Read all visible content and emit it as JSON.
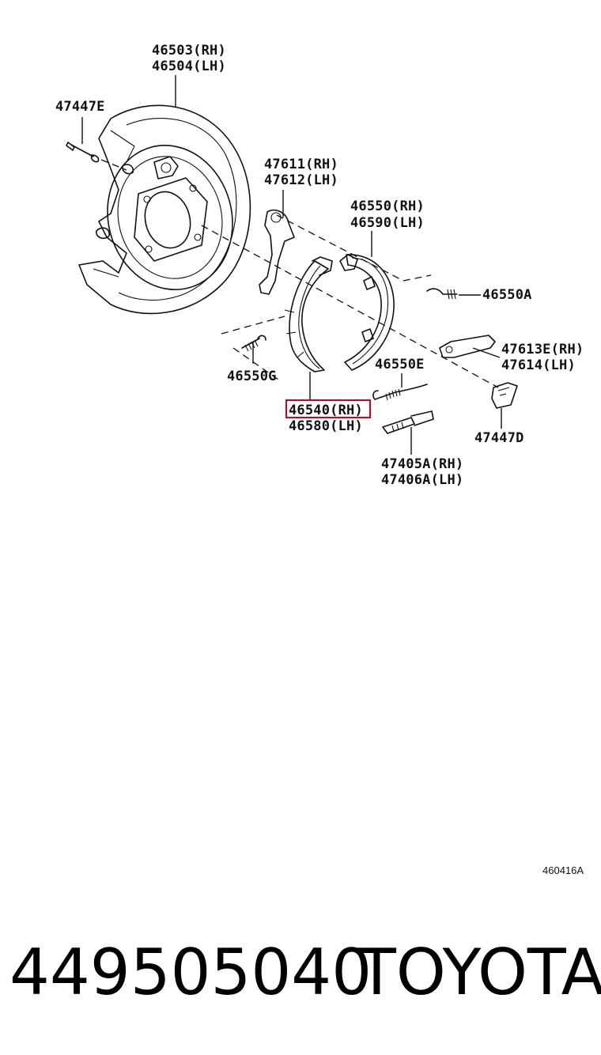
{
  "labels": {
    "backing_plate_rh": "46503(RH)",
    "backing_plate_lh": "46504(LH)",
    "bolt": "47447E",
    "lever_rh": "47611(RH)",
    "lever_lh": "47612(LH)",
    "shoe_front_rh": "46550(RH)",
    "shoe_front_lh": "46590(LH)",
    "spring_a": "46550A",
    "strut_rh": "47613E(RH)",
    "strut_lh": "47614(LH)",
    "spring_g": "46550G",
    "spring_e": "46550E",
    "shoe_rear_rh": "46540(RH)",
    "shoe_rear_lh": "46580(LH)",
    "clip": "47447D",
    "adjuster_rh": "47405A(RH)",
    "adjuster_lh": "47406A(LH)"
  },
  "highlighted_part": "46540(RH)",
  "highlight_color": "#d0021b",
  "figure_code": "460416A",
  "part_number": "449505040",
  "brand": "TOYOTA"
}
